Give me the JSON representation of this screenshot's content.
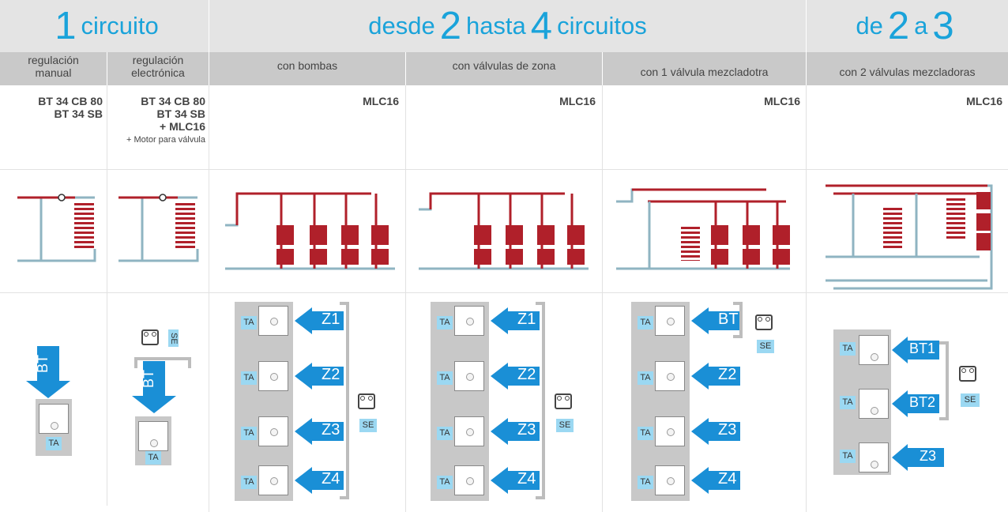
{
  "header": {
    "col1": {
      "num": "1",
      "text": "circuito"
    },
    "col2": {
      "pre": "desde",
      "num1": "2",
      "mid": "hasta",
      "num2": "4",
      "post": "circuitos"
    },
    "col3": {
      "pre": "de",
      "num1": "2",
      "mid": "a",
      "num2": "3"
    }
  },
  "subheaders": [
    {
      "line1": "regulación",
      "line2": "manual"
    },
    {
      "line1": "regulación",
      "line2": "electrónica"
    },
    {
      "text": "con bombas"
    },
    {
      "text": "con válvulas de zona"
    },
    {
      "text": "con 1 válvula mezcladotra"
    },
    {
      "text": "con 2 válvulas mezcladoras"
    }
  ],
  "models": {
    "col1": [
      "BT 34 CB 80",
      "BT 34 SB"
    ],
    "col2": [
      "BT 34 CB 80",
      "BT 34 SB",
      "+ MLC16"
    ],
    "col2_note": "+ Motor para válvula",
    "col3": "MLC16",
    "col4": "MLC16",
    "col5": "MLC16",
    "col6": "MLC16"
  },
  "labels": {
    "ta": "TA",
    "se": "SE",
    "bt": "BT",
    "zones": [
      "Z1",
      "Z2",
      "Z3",
      "Z4"
    ],
    "bt_series": [
      "BT1",
      "BT2"
    ],
    "z3": "Z3",
    "z2": "Z2",
    "z4": "Z4"
  },
  "colors": {
    "accent": "#1aa3da",
    "arrow": "#1a8fd6",
    "pipe_hot": "#b0202a",
    "pipe_cold": "#8fb4c2"
  }
}
